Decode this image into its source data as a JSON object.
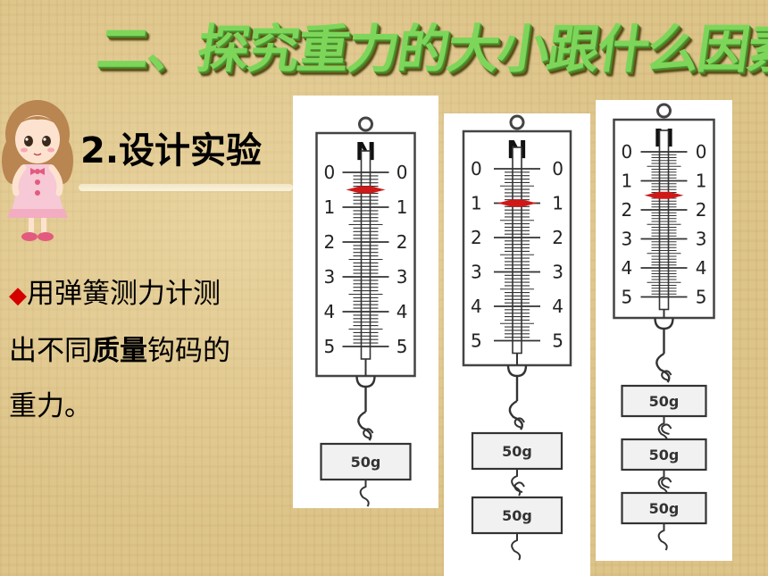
{
  "title": "二、探究重力的大小跟什么因素有关",
  "subtitle": "2.设计实验",
  "body": {
    "line1": "用弹簧测力计测",
    "line2_part1": "出不同",
    "line2_bold": "质量",
    "line2_part2": "钩码的",
    "line3": "重力。"
  },
  "bullet_icon": "diamond-bullet-icon",
  "unit": "N",
  "scale_numbers": [
    "0",
    "1",
    "2",
    "3",
    "4",
    "5"
  ],
  "mass_label": "50g",
  "scales": [
    {
      "reading_n": 0.5,
      "weights": 1
    },
    {
      "reading_n": 1.0,
      "weights": 2
    },
    {
      "reading_n": 1.5,
      "weights": 3
    }
  ],
  "colors": {
    "title": "#7dd65a",
    "pointer": "#d01818",
    "bullet": "#d40000"
  }
}
